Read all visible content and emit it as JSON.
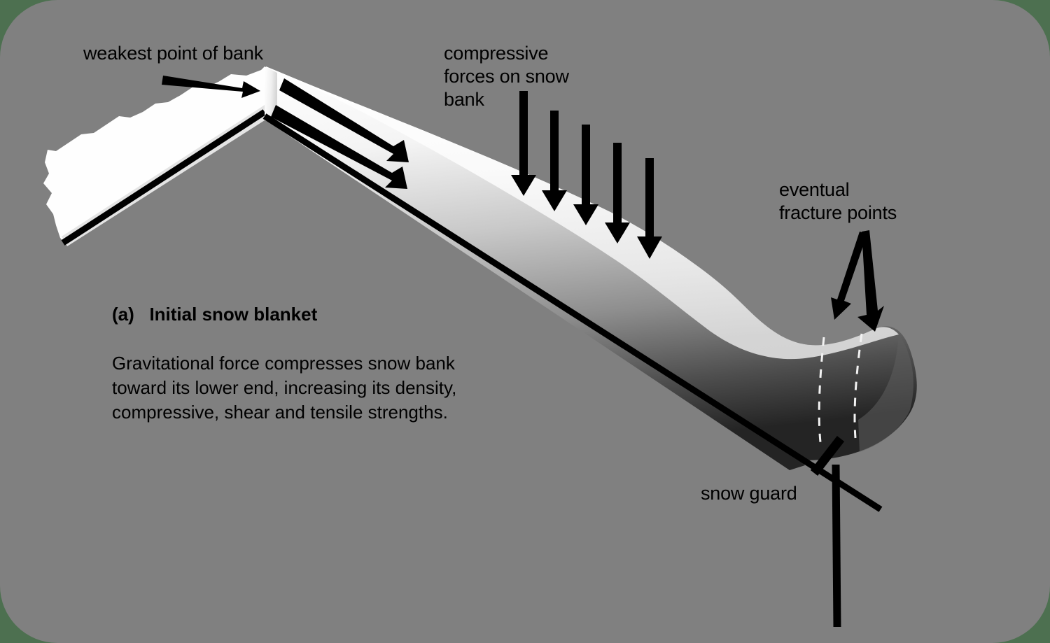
{
  "figure": {
    "panel_background": "#808080",
    "outer_background": "#4d7050",
    "corner_radius": 82,
    "ink_color": "#000000",
    "snow_light": "#ffffff",
    "snow_dark": "#2b2b2b",
    "fracture_dash_color": "#f2f2f2"
  },
  "labels": {
    "weakest_point": "weakest point of bank",
    "compressive_forces": "compressive\nforces on snow\nbank",
    "eventual_fracture": "eventual\nfracture points",
    "snow_guard": "snow guard"
  },
  "caption": {
    "tag": "(a)",
    "title": "Initial snow blanket",
    "heading": "(a)   Initial snow blanket",
    "body_line_1": "Gravitational force compresses snow bank",
    "body_line_2": "toward its lower end, increasing its density,",
    "body_line_3": "compressive, shear and tensile strengths.",
    "body": "Gravitational force compresses snow bank\ntoward its lower end, increasing its density,\ncompressive, shear and tensile strengths."
  },
  "diagram_elements": {
    "gravity_arrows_count": 2,
    "compressive_arrows_count": 5,
    "fracture_arrows_count": 2,
    "fracture_dashed_lines_count": 2,
    "snow_guard_present": true,
    "roof_ridge_present": true
  },
  "chart_data": {
    "type": "diagram",
    "title": "(a)   Initial snow blanket",
    "annotations": [
      "weakest point of bank",
      "compressive forces on snow bank",
      "eventual fracture points",
      "snow guard"
    ]
  }
}
